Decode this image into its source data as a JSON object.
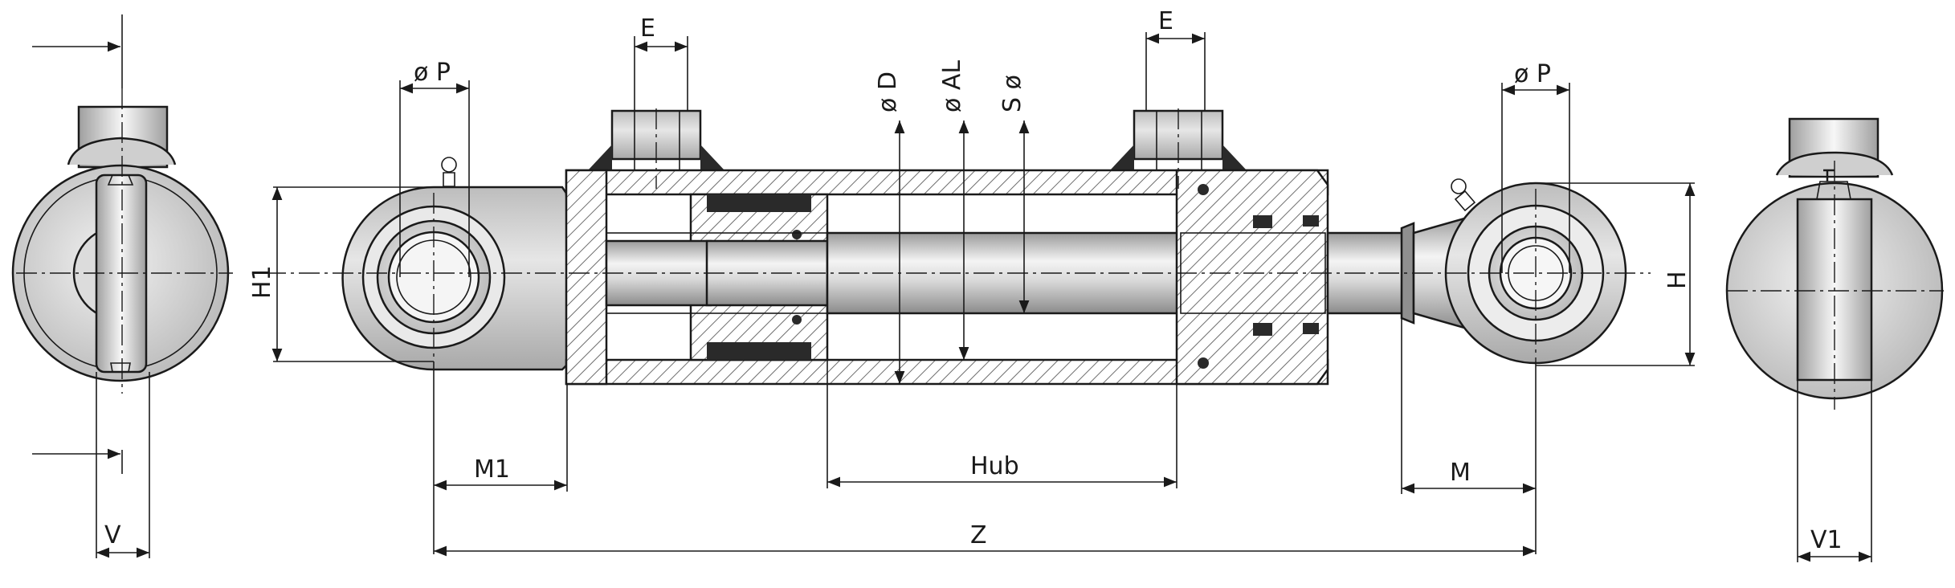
{
  "labels": {
    "e_left": "E",
    "e_right": "E",
    "p_left": "ø P",
    "p_right": "ø P",
    "d": "ø D",
    "al": "ø AL",
    "s": "S ø",
    "h1": "H1",
    "h": "H",
    "m1": "M1",
    "hub": "Hub",
    "m": "M",
    "z": "Z",
    "v": "V",
    "v1": "V1"
  },
  "colors": {
    "line": "#1a1a1a",
    "hatch": "#6d6d6d",
    "body": "#d0d0d0",
    "rod": "#e3e3e3",
    "seal": "#2a2a2a"
  }
}
